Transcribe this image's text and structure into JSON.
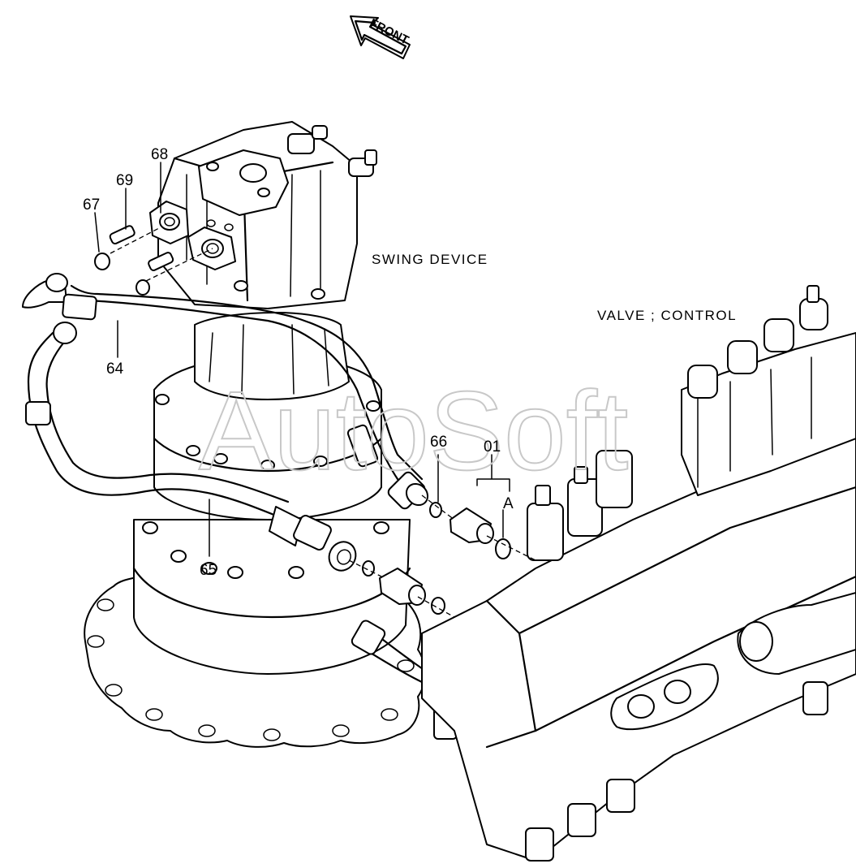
{
  "front_marker": "FRONT",
  "labels": {
    "swing_device": "SWING DEVICE",
    "valve_control": "VALVE ; CONTROL"
  },
  "callouts": {
    "c01": "01",
    "cA": "A",
    "c64": "64",
    "c65": "65",
    "c66": "66",
    "c67": "67",
    "c68": "68",
    "c69": "69"
  },
  "watermark": "AutoSoft"
}
